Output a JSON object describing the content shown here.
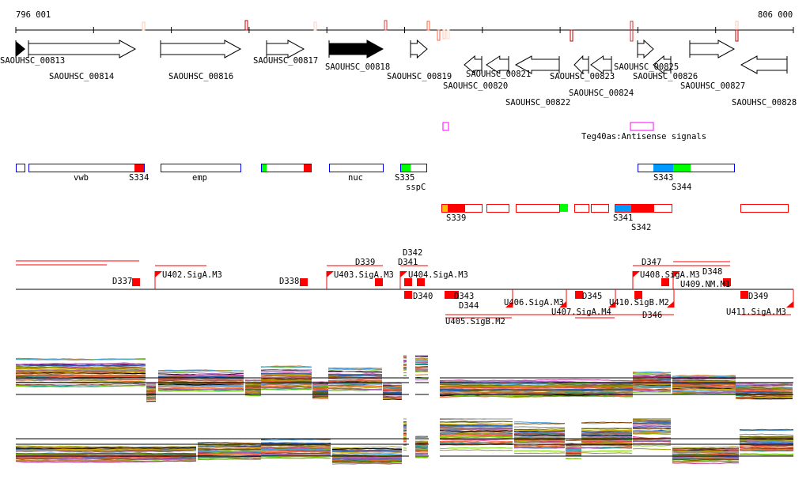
{
  "ruler": {
    "start_label": "796 001",
    "end_label": "806 000"
  },
  "genes": [
    {
      "name": "SAOUHSC_00813",
      "strand": "+",
      "highlight": true
    },
    {
      "name": "SAOUHSC_00814",
      "strand": "+"
    },
    {
      "name": "SAOUHSC_00816",
      "strand": "+"
    },
    {
      "name": "SAOUHSC_00817",
      "strand": "+"
    },
    {
      "name": "SAOUHSC_00818",
      "strand": "+",
      "highlight": true
    },
    {
      "name": "SAOUHSC_00819",
      "strand": "+"
    },
    {
      "name": "SAOUHSC_00820",
      "strand": "-"
    },
    {
      "name": "SAOUHSC_00821",
      "strand": "-"
    },
    {
      "name": "SAOUHSC_00822",
      "strand": "-"
    },
    {
      "name": "SAOUHSC_00823",
      "strand": "-"
    },
    {
      "name": "SAOUHSC_00824",
      "strand": "-"
    },
    {
      "name": "SAOUHSC_00825",
      "strand": "+"
    },
    {
      "name": "SAOUHSC_00826",
      "strand": "-"
    },
    {
      "name": "SAOUHSC_00827",
      "strand": "+"
    },
    {
      "name": "SAOUHSC_00828",
      "strand": "-"
    }
  ],
  "antisense_track": {
    "label": "Teg40as:Antisense signals",
    "color": "#ff00ff"
  },
  "forward_segments": {
    "outline_color": "#0000ff",
    "labels": [
      "vwb",
      "S334",
      "emp",
      "nuc",
      "S335",
      "sspC",
      "S343",
      "S344"
    ]
  },
  "reverse_segments": {
    "outline_color": "#ff0000",
    "labels": [
      "S339",
      "S341",
      "S342"
    ]
  },
  "regulatory": {
    "above": [
      "D337",
      "U402.SigA.M3",
      "D338",
      "U403.SigA.M3",
      "D339",
      "U404.SigA.M3",
      "D341",
      "D342",
      "U408.SigA.M3",
      "U409.NM.M1",
      "D347",
      "D348"
    ],
    "below": [
      "D340",
      "D343",
      "D344",
      "U405.SigB.M2",
      "U406.SigA.M3",
      "U407.SigA.M4",
      "U410.SigB.M2",
      "D345",
      "D346",
      "D349",
      "U411.SigA.M3"
    ]
  },
  "colors": {
    "accent": "#ff0000",
    "blue": "#0099ff",
    "green": "#00ff00",
    "orange": "#ffc000"
  },
  "expression_panels": [
    "forward-strand-expression",
    "reverse-strand-expression"
  ]
}
